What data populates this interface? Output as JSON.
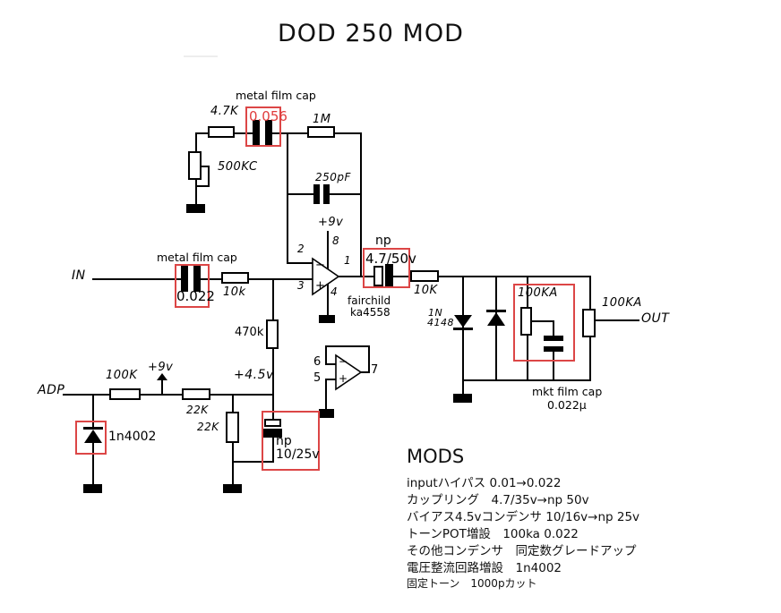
{
  "title": "DOD 250 MOD",
  "colors": {
    "highlight_box": "#dc4646",
    "value_red": "#e03c3c"
  },
  "schematic": {
    "input": {
      "label": "IN",
      "cap_note": "metal film cap",
      "cap_value": "0.022",
      "resistor": "10k"
    },
    "gain_stage": {
      "r_series": "4.7K",
      "cap_note": "metal film cap",
      "cap_value": "0.056",
      "pot": "500KC",
      "r_feedback": "1M",
      "c_feedback": "250pF",
      "supply": "+9v",
      "r_bias": "470k"
    },
    "opamp1": {
      "name_line1": "fairchild",
      "name_line2": "ka4558",
      "pin_inv": "2",
      "pin_noninv": "3",
      "pin_out": "1",
      "pin_gnd": "4",
      "pin_vcc": "8",
      "sym_minus": "−",
      "sym_plus": "+"
    },
    "coupling": {
      "np": "np",
      "value": "4.7/50v"
    },
    "output": {
      "resistor": "10K",
      "diode_line1": "1N",
      "diode_line2": "4148",
      "tone_pot": "100KA",
      "level_pot": "100KA",
      "out_label": "OUT",
      "cap_note1": "mkt film cap",
      "cap_note2": "0.022µ"
    },
    "power": {
      "adapter": "ADP",
      "resistor": "100K",
      "supply": "+9v",
      "divider_r1": "22K",
      "divider_r2": "22K",
      "diode": "1n4002",
      "bias": "+4.5v",
      "np": "np",
      "cap_value": "10/25v"
    },
    "opamp2": {
      "pin_inv": "6",
      "pin_noninv": "5",
      "pin_out": "7",
      "sym_minus": "−",
      "sym_plus": "+"
    }
  },
  "mods": {
    "heading": "MODS",
    "lines": [
      "inputハイパス 0.01→0.022",
      "カップリング　4.7/35v→np 50v",
      "バイアス4.5vコンデンサ 10/16v→np 25v",
      "トーンPOT増設　100ka 0.022",
      "その他コンデンサ　同定数グレードアップ",
      "電圧整流回路増設　1n4002",
      "固定トーン　1000pカット"
    ]
  }
}
